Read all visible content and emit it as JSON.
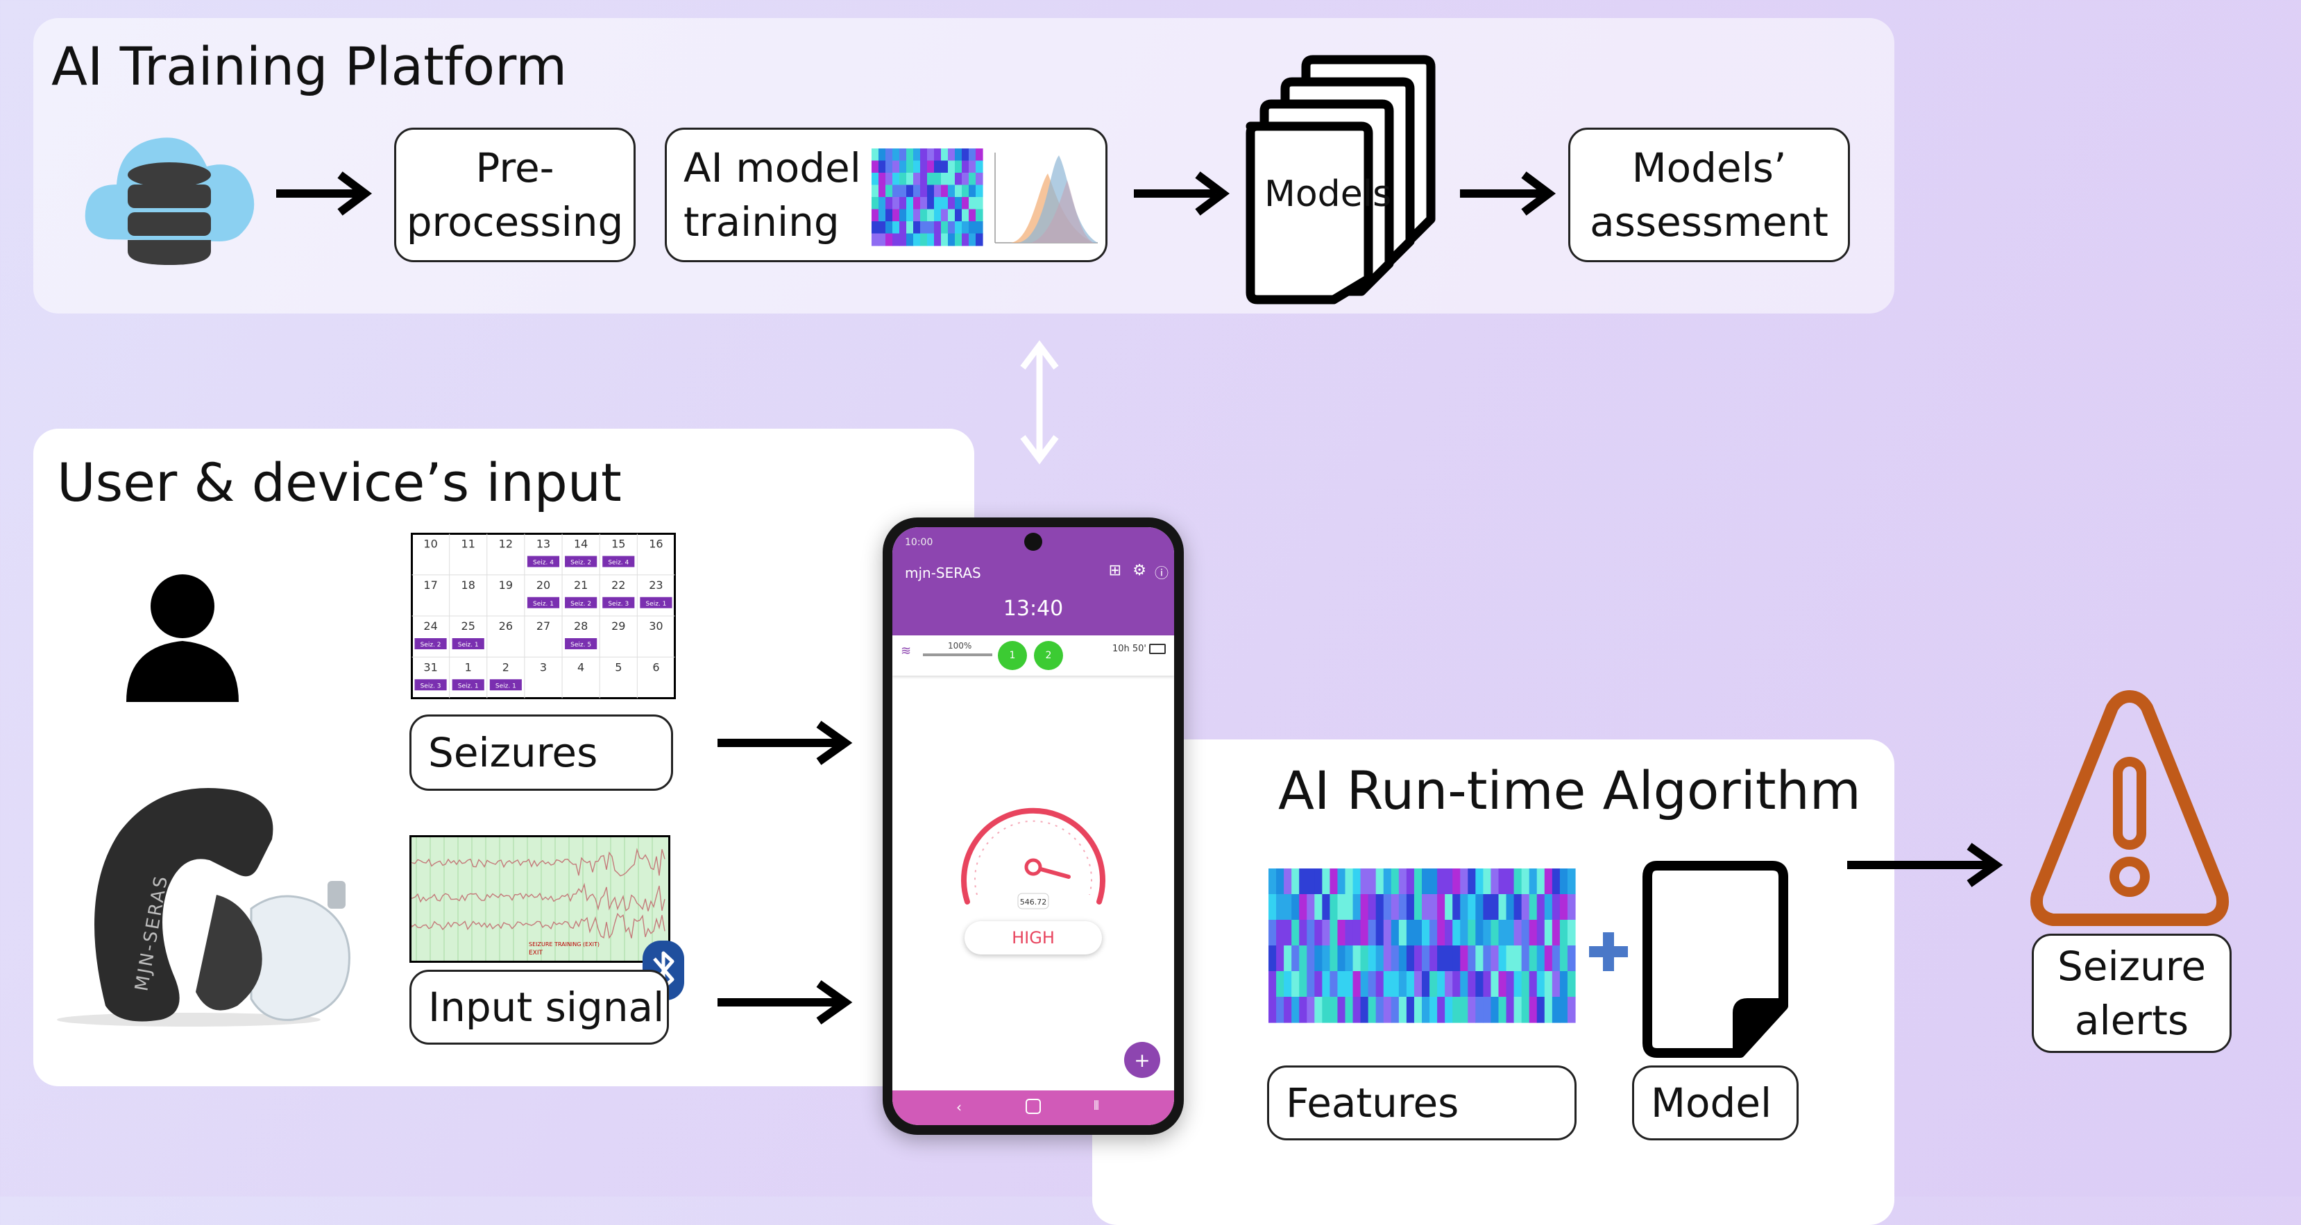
{
  "sections": {
    "training_title": "AI Training Platform",
    "user_title": "User & device’s input",
    "runtime_title": "AI Run-time Algorithm"
  },
  "training": {
    "preprocessing": "Pre-\nprocessing",
    "ai_model_training": "AI model\ntraining",
    "models": "Models",
    "models_assessment": "Models’\nassessment"
  },
  "user_input": {
    "seizures_label": "Seizures",
    "input_signal_label": "Input signal",
    "device_brand": "MJN-SERAS",
    "calendar": {
      "weeks": [
        [
          "10",
          "11",
          "12",
          "13",
          "14",
          "15",
          "16"
        ],
        [
          "17",
          "18",
          "19",
          "20",
          "21",
          "22",
          "23"
        ],
        [
          "24",
          "25",
          "26",
          "27",
          "28",
          "29",
          "30"
        ],
        [
          "31",
          "1",
          "2",
          "3",
          "4",
          "5",
          "6"
        ]
      ],
      "tags": [
        [
          "",
          "",
          "",
          "Seiz. 4",
          "Seiz. 2",
          "Seiz. 4",
          ""
        ],
        [
          "",
          "",
          "",
          "Seiz. 1",
          "Seiz. 2",
          "Seiz. 3",
          "Seiz. 1"
        ],
        [
          "Seiz. 2",
          "Seiz. 1",
          "",
          "",
          "Seiz. 5",
          "",
          ""
        ],
        [
          "Seiz. 3",
          "Seiz. 1",
          "Seiz. 1",
          "",
          "",
          "",
          ""
        ]
      ]
    },
    "eeg_caption_1": "SEIZURE TRAINING (EXIT)",
    "eeg_caption_2": "EXIT"
  },
  "phone": {
    "status_time": "10:00",
    "app_name": "mjn-SERAS",
    "clock": "13:40",
    "signal_percent": "100%",
    "device_1": "1",
    "device_2": "2",
    "battery_time": "10h 50'",
    "gauge_value": "546.72",
    "risk_level": "HIGH",
    "fab_label": "+"
  },
  "runtime": {
    "features_label": "Features",
    "model_label": "Model"
  },
  "output": {
    "seizure_alerts": "Seizure\nalerts"
  },
  "colors": {
    "alert_orange": "#c05a1a",
    "phone_purple": "#8d45b0",
    "risk_red": "#e8445e",
    "plus_blue": "#4a78c8",
    "bluetooth_blue": "#1f4f9e",
    "cloud_blue": "#8bd0f1"
  },
  "icons": [
    "database-cloud-icon",
    "document-stack-icon",
    "user-silhouette-icon",
    "earpiece-device-icon",
    "bluetooth-icon",
    "warning-triangle-icon",
    "document-icon",
    "plus-icon",
    "arrow-icon"
  ]
}
